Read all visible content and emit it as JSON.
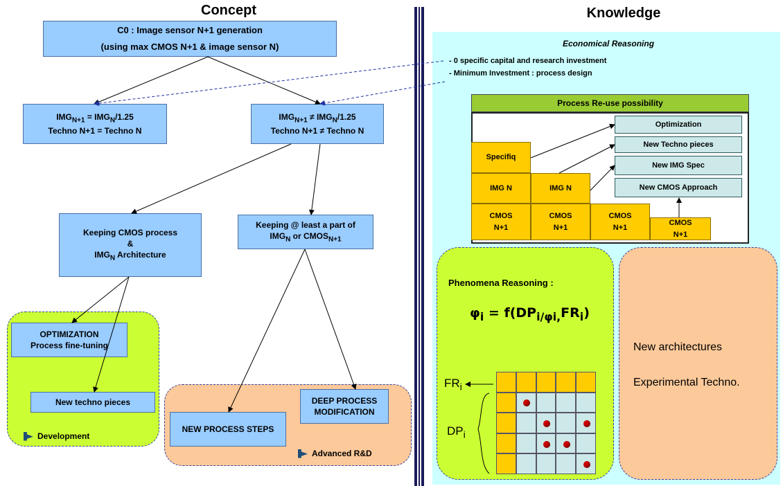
{
  "headers": {
    "concept": "Concept",
    "knowledge": "Knowledge"
  },
  "concept": {
    "c0_line1": "C0 : Image sensor N+1 generation",
    "c0_line2": "(using max CMOS N+1 & image sensor N)",
    "left_line1": "IMG<sub>N+1</sub> = IMG<sub>N</sub>/1.25",
    "left_line2": "Techno N+1 = Techno N",
    "right_line1": "IMG<sub>N+1</sub> ≠ IMG<sub>N</sub>/1.25",
    "right_line2": "Techno N+1 ≠ Techno N",
    "keep_cmos_1": "Keeping CMOS process",
    "keep_cmos_2": "&",
    "keep_cmos_3": "IMG<sub>N</sub> Architecture",
    "keep_part_1": "Keeping @ least a part of",
    "keep_part_2": "IMG<sub>N</sub> or CMOS<sub>N+1</sub>",
    "optim_1": "OPTIMIZATION",
    "optim_2": "Process fine-tuning",
    "new_techno": "New techno pieces",
    "new_process": "NEW PROCESS STEPS",
    "deep_1": "DEEP PROCESS",
    "deep_2": "MODIFICATION",
    "development": "Development",
    "advanced": "Advanced R&D"
  },
  "knowledge": {
    "econ_title": "Economical Reasoning",
    "econ_bullet1": "- 0 specific capital and research investment",
    "econ_bullet2": "- Minimum Investment : process design",
    "reuse_title": "Process Re-use possibility",
    "specifiq": "Specifiq",
    "img_n": "IMG N",
    "cmos": "CMOS",
    "n1": "N+1",
    "optimization": "Optimization",
    "new_techno_pieces": "New Techno pieces",
    "new_img_spec": "New IMG Spec",
    "new_cmos_approach": "New CMOS Approach",
    "phenomena_title": "Phenomena Reasoning :",
    "formula": "φ<sub>i</sub> = f(DP<sub>i/φi,</sub>FR<sub>i</sub>)",
    "fr_label": "FR<sub>i</sub>",
    "dp_label": "DP<sub>i</sub>",
    "new_arch": "New architectures",
    "exp_techno": "Experimental Techno."
  },
  "matrix_dots": [
    [
      1,
      1
    ],
    [
      2,
      2
    ],
    [
      2,
      4
    ],
    [
      3,
      2
    ],
    [
      3,
      3
    ],
    [
      4,
      4
    ]
  ],
  "colors": {
    "box_blue": "#99ccff",
    "zone_green": "#ccff33",
    "zone_peach": "#fcc99a",
    "knowledge_bg": "#ccffff",
    "reuse_yellow": "#ffcc00",
    "dot_red": "#cc0000"
  }
}
